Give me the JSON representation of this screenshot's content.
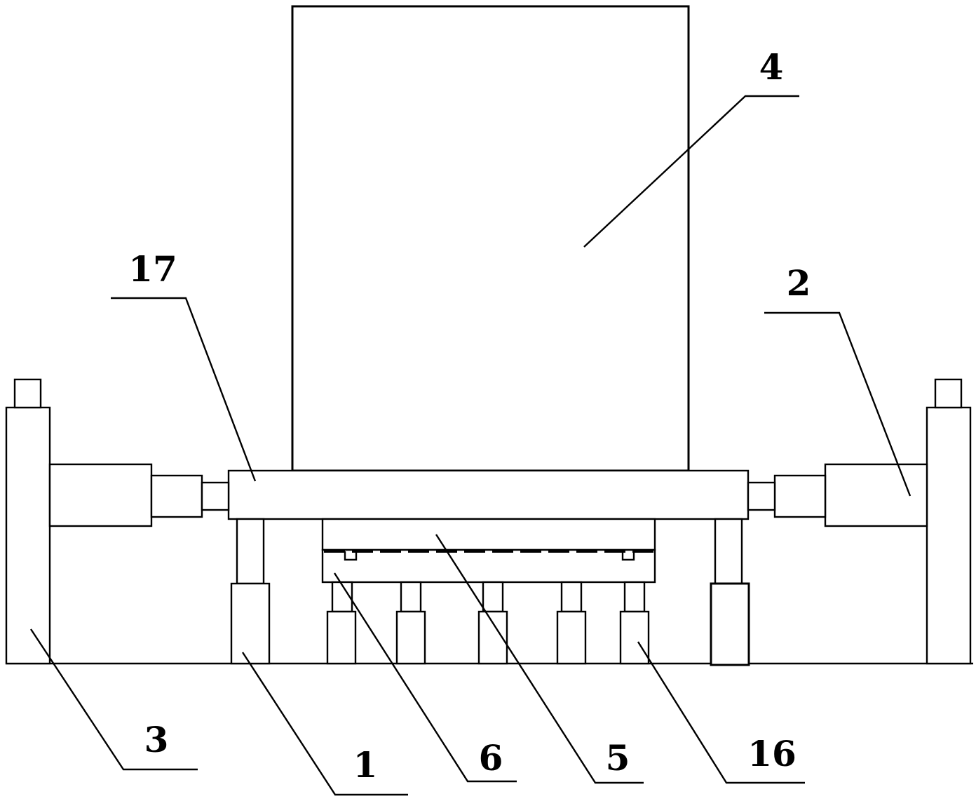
{
  "labels": {
    "l4": "4",
    "l17": "17",
    "l2": "2",
    "l3": "3",
    "l1": "1",
    "l6": "6",
    "l5": "5",
    "l16": "16"
  }
}
